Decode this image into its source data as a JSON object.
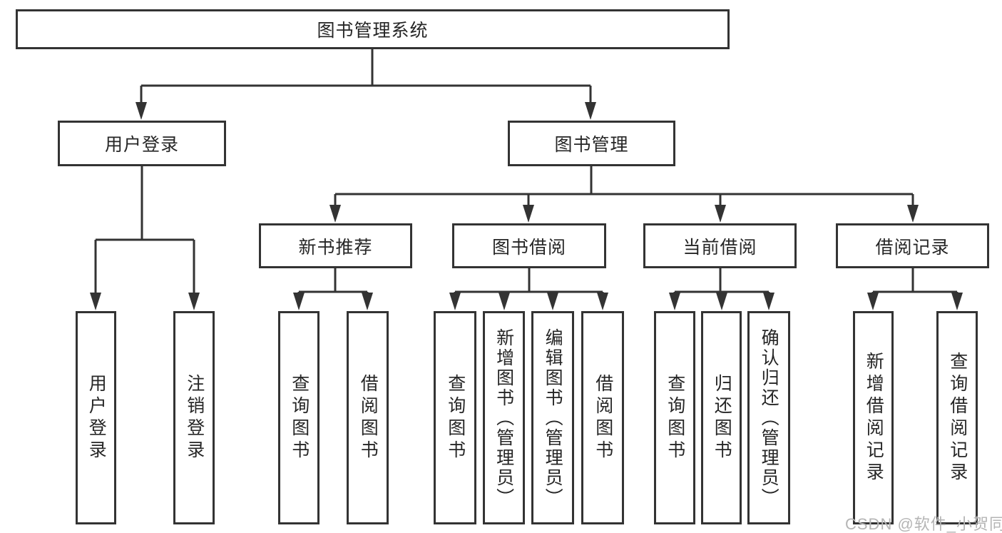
{
  "diagram": {
    "type": "tree",
    "nodes": {
      "root": "图书管理系统",
      "user_login": "用户登录",
      "book_mgmt": "图书管理",
      "new_book_rec": "新书推荐",
      "book_borrow": "图书借阅",
      "current_borrow": "当前借阅",
      "borrow_records": "借阅记录",
      "leaf_user_login": "用户登录",
      "leaf_logout": "注销登录",
      "leaf_nbr_query_books": "查询图书",
      "leaf_nbr_borrow_books": "借阅图书",
      "leaf_bb_query_books": "查询图书",
      "leaf_bb_add_books_admin": "新增图书（管理员）",
      "leaf_bb_edit_books_admin": "编辑图书（管理员）",
      "leaf_bb_borrow_books": "借阅图书",
      "leaf_cb_query_books": "查询图书",
      "leaf_cb_return_books": "归还图书",
      "leaf_cb_confirm_return_admin": "确认归还（管理员）",
      "leaf_br_add_record": "新增借阅记录",
      "leaf_br_query_record": "查询借阅记录"
    },
    "hierarchy": {
      "图书管理系统": {
        "用户登录": [
          "用户登录",
          "注销登录"
        ],
        "图书管理": {
          "新书推荐": [
            "查询图书",
            "借阅图书"
          ],
          "图书借阅": [
            "查询图书",
            "新增图书（管理员）",
            "编辑图书（管理员）",
            "借阅图书"
          ],
          "当前借阅": [
            "查询图书",
            "归还图书",
            "确认归还（管理员）"
          ],
          "借阅记录": [
            "新增借阅记录",
            "查询借阅记录"
          ]
        }
      }
    }
  },
  "watermark": "CSDN @软件_小贺同学",
  "colors": {
    "line": "#333333",
    "text": "#262626",
    "watermark": "#b5b5b5",
    "background": "#ffffff"
  }
}
